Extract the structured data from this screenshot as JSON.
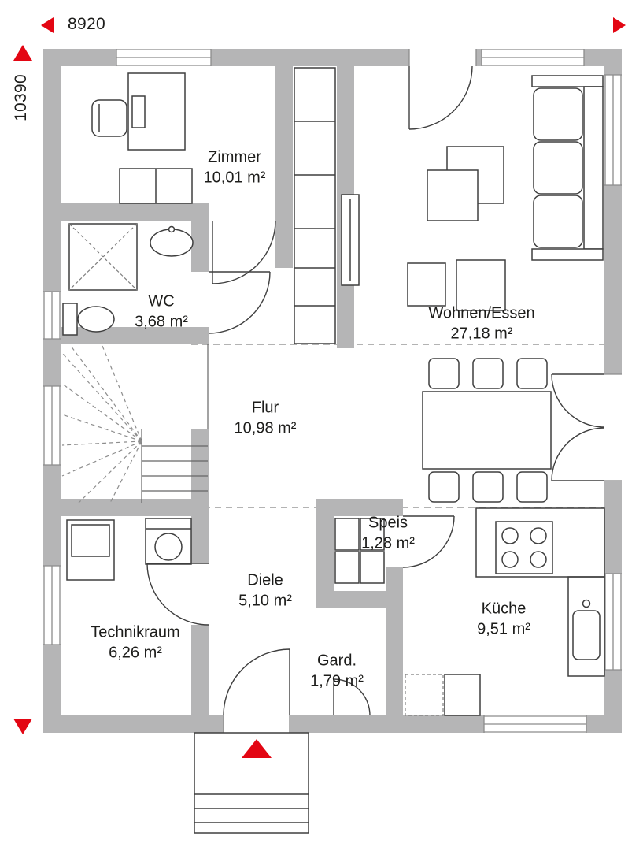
{
  "dimensions": {
    "width": {
      "label": "8920",
      "arrows": [
        "left",
        "right"
      ]
    },
    "height": {
      "label": "10390",
      "arrows": [
        "up",
        "down"
      ]
    }
  },
  "rooms": {
    "zimmer": {
      "name": "Zimmer",
      "area": "10,01 m²"
    },
    "wc": {
      "name": "WC",
      "area": "3,68 m²"
    },
    "wohnen_essen": {
      "name": "Wohnen/Essen",
      "area": "27,18 m²"
    },
    "flur": {
      "name": "Flur",
      "area": "10,98 m²"
    },
    "speis": {
      "name": "Speis",
      "area": "1,28 m²"
    },
    "diele": {
      "name": "Diele",
      "area": "5,10 m²"
    },
    "technikraum": {
      "name": "Technikraum",
      "area": "6,26 m²"
    },
    "garderobe": {
      "name": "Gard.",
      "area": "1,79 m²"
    },
    "kueche": {
      "name": "Küche",
      "area": "9,51 m²"
    }
  },
  "icons": {
    "dimension_arrow": "red-triangle",
    "entrance_marker": "red-triangle-up"
  },
  "colors": {
    "wall": "#b5b5b6",
    "accent": "#e30613",
    "line": "#3f3f3f",
    "window": "#8c8c8c",
    "dash": "#9a9a9a"
  }
}
